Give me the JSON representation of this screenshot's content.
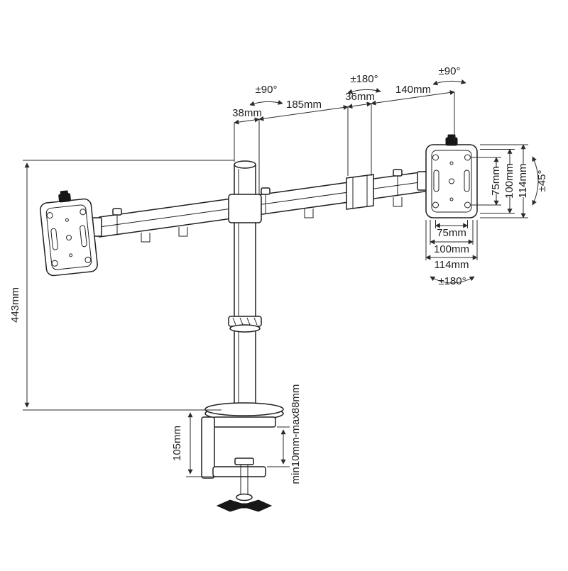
{
  "page": {
    "background": "#ffffff"
  },
  "diagram": {
    "description": "Dual monitor desk mount arm technical line drawing with dimensions",
    "colors": {
      "line": "#1f1f1f",
      "dimension": "#2a2a2a"
    },
    "annotations": {
      "rotation_pole": "±90°",
      "rotation_mid_joint": "±180°",
      "rotation_end_joint": "±90°",
      "width_pole": "38mm",
      "length_arm1": "185mm",
      "width_joint": "36mm",
      "length_arm2": "140mm",
      "tilt_plate": "±45°",
      "vesa_vertical_75": "75mm",
      "vesa_vertical_100": "100mm",
      "vesa_vertical_114": "114mm",
      "vesa_horizontal_75": "75mm",
      "vesa_horizontal_100": "100mm",
      "vesa_horizontal_114": "114mm",
      "rotation_plate": "±180°",
      "pole_height": "443mm",
      "clamp_height": "105mm",
      "desk_thickness": "min10mm-max88mm"
    }
  }
}
